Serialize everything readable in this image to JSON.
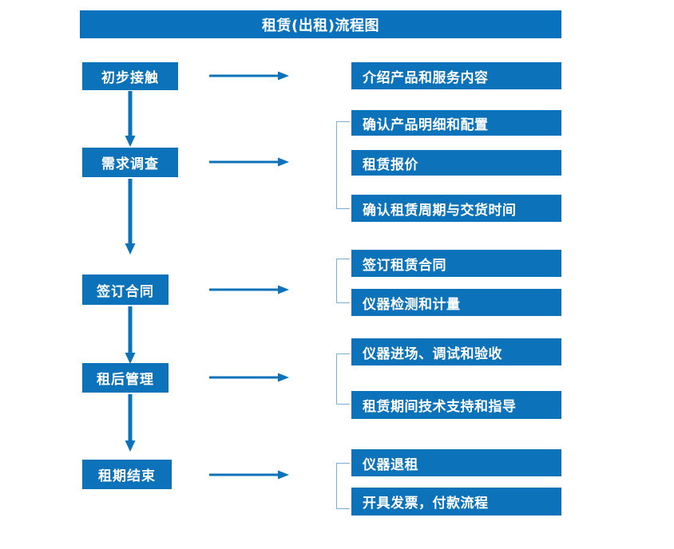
{
  "chart_data": {
    "type": "diagram",
    "title": "租赁(出租)流程图",
    "diagram_kind": "flowchart",
    "orientation": "vertical-stages-with-detail-branches",
    "accent_color": "#0C72BA",
    "title_color": "#0A72BC",
    "bracket_color": "#7AAFD8",
    "text_color": "#FFFFFF"
  },
  "header": {
    "title": "租赁(出租)流程图"
  },
  "stages": [
    {
      "id": "stage-1",
      "label": "初步接触",
      "details": [
        "介绍产品和服务内容"
      ]
    },
    {
      "id": "stage-2",
      "label": "需求调查",
      "details": [
        "确认产品明细和配置",
        "租赁报价",
        "确认租赁周期与交货时间"
      ]
    },
    {
      "id": "stage-3",
      "label": "签订合同",
      "details": [
        "签订租赁合同",
        "仪器检测和计量"
      ]
    },
    {
      "id": "stage-4",
      "label": "租后管理",
      "details": [
        "仪器进场、调试和验收",
        "租赁期间技术支持和指导"
      ]
    },
    {
      "id": "stage-5",
      "label": "租期结束",
      "details": [
        "仪器退租",
        "开具发票，付款流程"
      ]
    }
  ],
  "details_flat": [
    "介绍产品和服务内容",
    "确认产品明细和配置",
    "租赁报价",
    "确认租赁周期与交货时间",
    "签订租赁合同",
    "仪器检测和计量",
    "仪器进场、调试和验收",
    "租赁期间技术支持和指导",
    "仪器退租",
    "开具发票，付款流程"
  ],
  "connectors": {
    "stage_to_detail_arrow": "right-arrow",
    "stage_to_stage_arrow": "down-arrow",
    "group_bracket": "left-bracket"
  }
}
